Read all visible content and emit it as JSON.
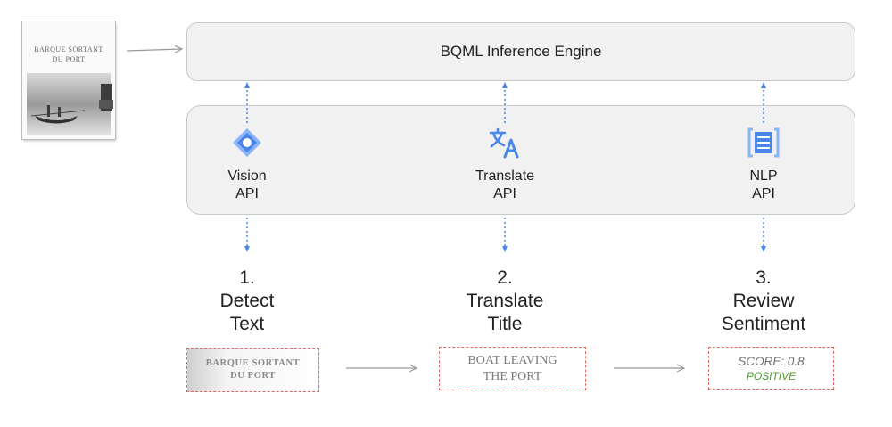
{
  "engine": {
    "title": "BQML Inference Engine"
  },
  "poster": {
    "line1": "BARQUE SORTANT",
    "line2": "DU PORT"
  },
  "apis": [
    {
      "line1": "Vision",
      "line2": "API",
      "icon": "vision-diamond-icon"
    },
    {
      "line1": "Translate",
      "line2": "API",
      "icon": "translate-icon"
    },
    {
      "line1": "NLP",
      "line2": "API",
      "icon": "nlp-document-icon"
    }
  ],
  "steps": [
    {
      "num": "1.",
      "line1": "Detect",
      "line2": "Text"
    },
    {
      "num": "2.",
      "line1": "Translate",
      "line2": "Title"
    },
    {
      "num": "3.",
      "line1": "Review",
      "line2": "Sentiment"
    }
  ],
  "results": {
    "detected": {
      "line1": "BARQUE SORTANT",
      "line2": "DU PORT"
    },
    "translated": {
      "line1": "BOAT LEAVING",
      "line2": "THE PORT"
    },
    "sentiment": {
      "score": "SCORE: 0.8",
      "label": "POSITIVE"
    }
  },
  "colors": {
    "accent_blue": "#4a86e8",
    "dashed_box": "#e06a5e",
    "positive_green": "#4e9a2a",
    "panel_bg": "#f1f1f1"
  }
}
